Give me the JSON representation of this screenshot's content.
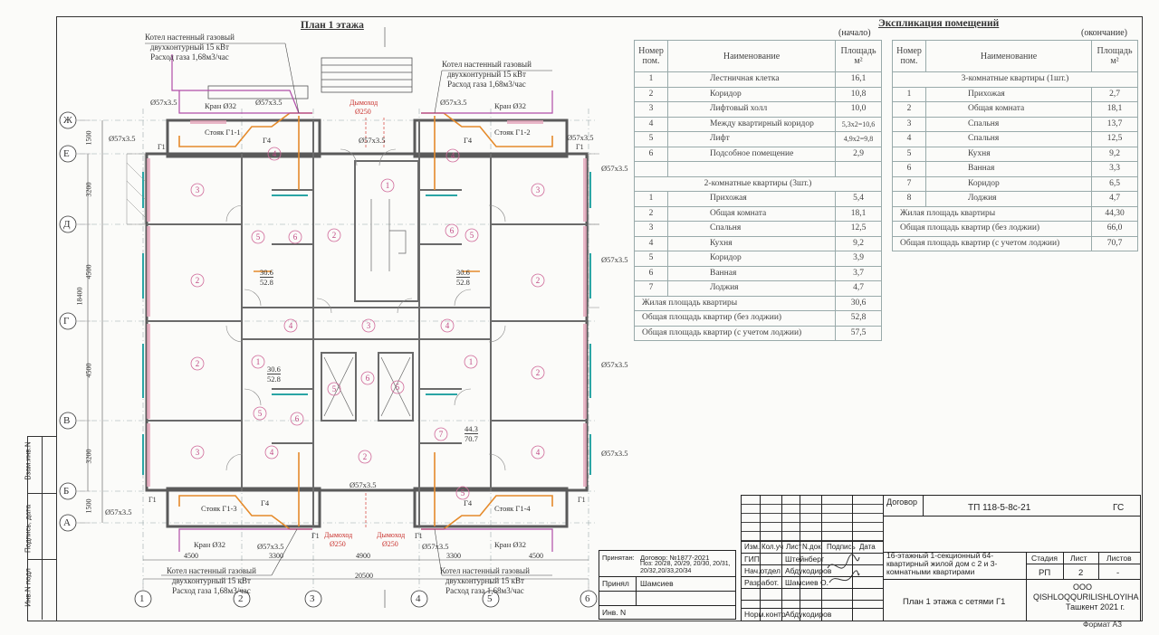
{
  "plan": {
    "title": "План 1 этажа",
    "boiler_lines": [
      "Котел  настенный газовый",
      "двухконтурный 15 кВт",
      "Расход газа 1,68м3/час"
    ],
    "labels": {
      "pipe_57": "Ø57x3.5",
      "kran": "Кран  Ø32",
      "stoyak1": "Стояк Г1-1",
      "stoyak2": "Стояк Г1-2",
      "stoyak3": "Стояк Г1-3",
      "stoyak4": "Стояк Г1-4",
      "g4": "Г4",
      "dymokhod": "Дымоход",
      "d250": "Ø250",
      "g1": "Г1"
    },
    "row_axes": [
      "Ж",
      "Е",
      "Д",
      "Г",
      "В",
      "Б",
      "А"
    ],
    "col_axes": [
      "1",
      "2",
      "3",
      "4",
      "5",
      "6"
    ],
    "dims_v": [
      "1500",
      "3200",
      "4500",
      "18400",
      "4500",
      "3200",
      "1500"
    ],
    "dims_h": [
      "4500",
      "3300",
      "4900",
      "3300",
      "4500"
    ],
    "dim_total": "20500",
    "area_tags": [
      {
        "a": "30.6",
        "b": "52.8"
      },
      {
        "a": "30.6",
        "b": "52.8"
      },
      {
        "a": "30.6",
        "b": "52.8"
      },
      {
        "a": "44.3",
        "b": "70.7"
      }
    ],
    "room_nums": [
      "1",
      "2",
      "3",
      "4",
      "5",
      "6",
      "7"
    ]
  },
  "explication": {
    "title": "Экспликация помещений",
    "start": "(начало)",
    "end": "(окончание)",
    "headers": {
      "num": "Номер пом.",
      "name": "Наименование",
      "area": "Площадь м²"
    },
    "common_rows": [
      {
        "n": "1",
        "name": "Лестничная клетка",
        "a": "16,1"
      },
      {
        "n": "2",
        "name": "Коридор",
        "a": "10,8"
      },
      {
        "n": "3",
        "name": "Лифтовый холл",
        "a": "10,0"
      },
      {
        "n": "4",
        "name": "Между квартирный коридор",
        "a": "5,3х2=10,6"
      },
      {
        "n": "5",
        "name": "Лифт",
        "a": "4,9х2=9,8"
      },
      {
        "n": "6",
        "name": "Подсобное помещение",
        "a": "2,9"
      }
    ],
    "two_room_title": "2-комнатные квартиры (3шт.)",
    "two_room_rows": [
      {
        "n": "1",
        "name": "Прихожая",
        "a": "5,4"
      },
      {
        "n": "2",
        "name": "Общая комната",
        "a": "18,1"
      },
      {
        "n": "3",
        "name": "Спальня",
        "a": "12,5"
      },
      {
        "n": "4",
        "name": "Кухня",
        "a": "9,2"
      },
      {
        "n": "5",
        "name": "Коридор",
        "a": "3,9"
      },
      {
        "n": "6",
        "name": "Ванная",
        "a": "3,7"
      },
      {
        "n": "7",
        "name": "Лоджия",
        "a": "4,7"
      }
    ],
    "two_room_totals": [
      {
        "name": "Жилая площадь квартиры",
        "a": "30,6"
      },
      {
        "name": "Общая площадь квартир (без лоджии)",
        "a": "52,8"
      },
      {
        "name": "Общая площадь квартир (с учетом лоджии)",
        "a": "57,5"
      }
    ],
    "three_room_title": "3-комнатные квартиры (1шт.)",
    "three_room_rows": [
      {
        "n": "1",
        "name": "Прихожая",
        "a": "2,7"
      },
      {
        "n": "2",
        "name": "Общая комната",
        "a": "18,1"
      },
      {
        "n": "3",
        "name": "Спальня",
        "a": "13,7"
      },
      {
        "n": "4",
        "name": "Спальня",
        "a": "12,5"
      },
      {
        "n": "5",
        "name": "Кухня",
        "a": "9,2"
      },
      {
        "n": "6",
        "name": "Ванная",
        "a": "3,3"
      },
      {
        "n": "7",
        "name": "Коридор",
        "a": "6,5"
      },
      {
        "n": "8",
        "name": "Лоджия",
        "a": "4,7"
      }
    ],
    "three_room_totals": [
      {
        "name": "Жилая площадь квартиры",
        "a": "44,30"
      },
      {
        "name": "Общая площадь квартир (без лоджии)",
        "a": "66,0"
      },
      {
        "name": "Общая площадь квартир (с учетом лоджии)",
        "a": "70,7"
      }
    ]
  },
  "side_stamp": [
    "Взам.инв.N",
    "Подпись, дата",
    "Инв.N подл"
  ],
  "notes_box": {
    "prinyal_label": "Принятан:",
    "contract": "Договор: №1877-2021",
    "pos_line1": "Поз: 20/28, 20/29, 20/30, 20/31,",
    "pos_line2": "20/32,20/33,20/34",
    "prinyal": "Принял",
    "name": "Шамсиев",
    "inv": "Инв. N"
  },
  "title_block": {
    "dogovor": "Договор",
    "code": "ТП 118-5-8с-21",
    "stage_code": "ГС",
    "head_cols": [
      "Изм.",
      "Кол.уч",
      "Лист",
      "N.док",
      "Подпись",
      "Дата"
    ],
    "roles": [
      {
        "role": "ГИП",
        "name": "Штейнберг"
      },
      {
        "role": "Нач.отдел",
        "name": "Абдукодиров"
      },
      {
        "role": "Разработ.",
        "name": "Шамсиев О."
      },
      {
        "role": "Норм.контр",
        "name": "Абдукодиров"
      }
    ],
    "project_title": "16-этажный 1-секционный 64-квартирный жилой дом с 2 и 3-комнатными квартирами",
    "stage_h": "Стадия",
    "sheet_h": "Лист",
    "sheets_h": "Листов",
    "stage": "РП",
    "sheet": "2",
    "sheets": "-",
    "drawing_title": "План 1 этажа с сетями Г1",
    "org1": "ООО",
    "org2": "QISHLOQQURILISHLOYIHA",
    "city": "Ташкент 2021 г.",
    "format": "Формат А3"
  }
}
